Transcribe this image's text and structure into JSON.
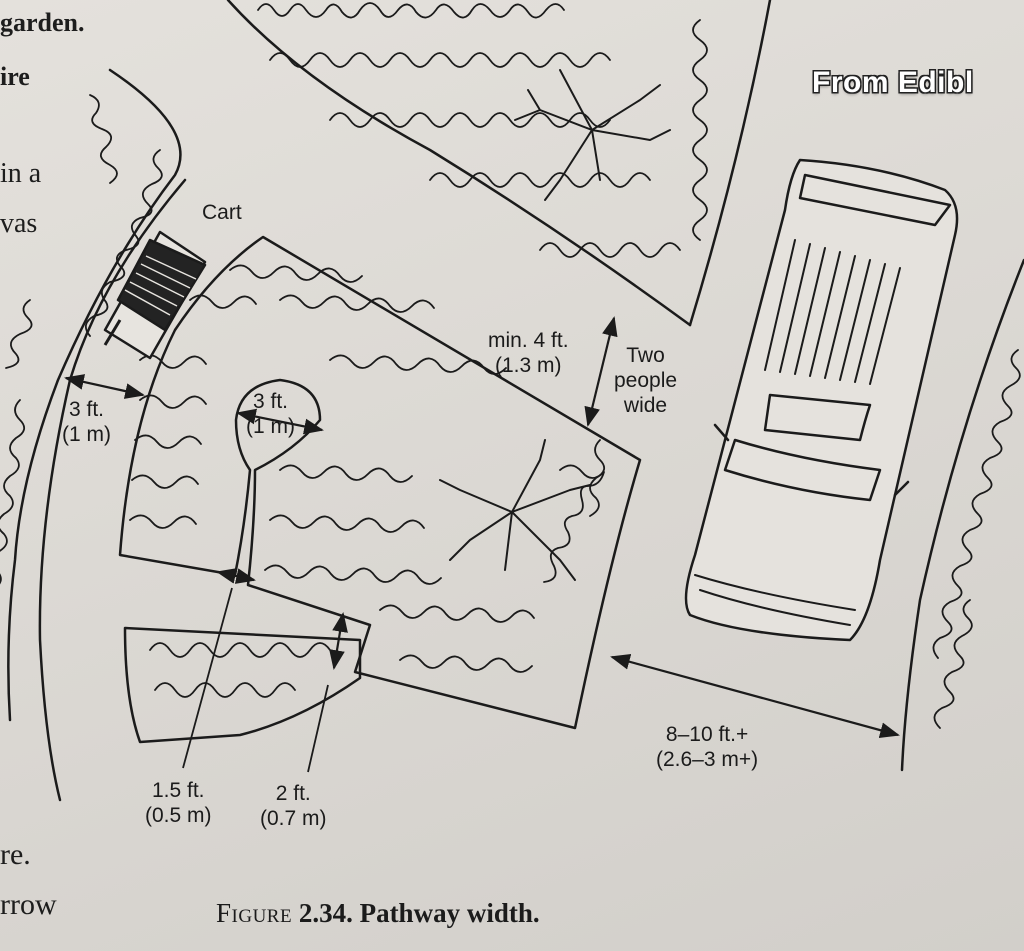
{
  "book_text": {
    "line1": "garden.",
    "line2": "ire",
    "line3": "in a",
    "line4": "vas",
    "line5": "re.",
    "line6": "rrow"
  },
  "overlay_text": "From Edibl",
  "labels": {
    "cart": "Cart",
    "min_path": [
      "min. 4 ft.",
      "(1.3 m)"
    ],
    "two_people": [
      "Two",
      "people",
      "wide"
    ],
    "left_path": [
      "3 ft.",
      "(1 m)"
    ],
    "keyhole": [
      "3 ft.",
      "(1 m)"
    ],
    "narrow_path": [
      "1.5 ft.",
      "(0.5 m)"
    ],
    "bed_path": [
      "2 ft.",
      "(0.7 m)"
    ],
    "drive_path": [
      "8–10 ft.+",
      "(2.6–3 m+)"
    ]
  },
  "caption": {
    "figure_word": "Figure",
    "figure_number": "2.34.",
    "figure_title": "Pathway width."
  }
}
